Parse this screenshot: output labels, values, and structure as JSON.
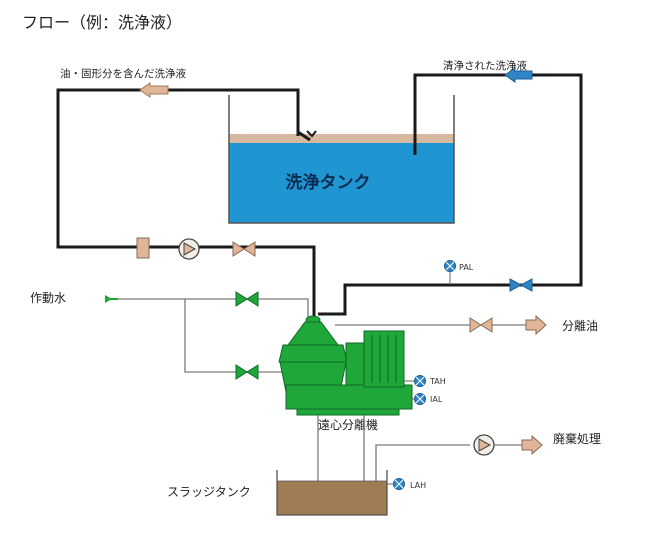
{
  "diagram": {
    "title": "フロー（例：洗浄液）",
    "labels": {
      "dirty_liquid": "油・固形分を含んだ洗浄液",
      "clean_liquid": "清浄された洗浄液",
      "wash_tank": "洗浄タンク",
      "working_water": "作動水",
      "separated_oil": "分離油",
      "centrifuge": "遠心分離機",
      "disposal": "廃棄処理",
      "sludge_tank": "スラッジタンク"
    },
    "instruments": {
      "pal": "PAL",
      "tah": "TAH",
      "ial": "IAL",
      "lah": "LAH"
    },
    "colors": {
      "tank_water": "#1f95d1",
      "centrifuge": "#1fa73a",
      "sludge": "#a07c55",
      "valve": "#e0b59a",
      "clean_arrow": "#2f86c6",
      "instrument": "#2f86c6"
    }
  }
}
